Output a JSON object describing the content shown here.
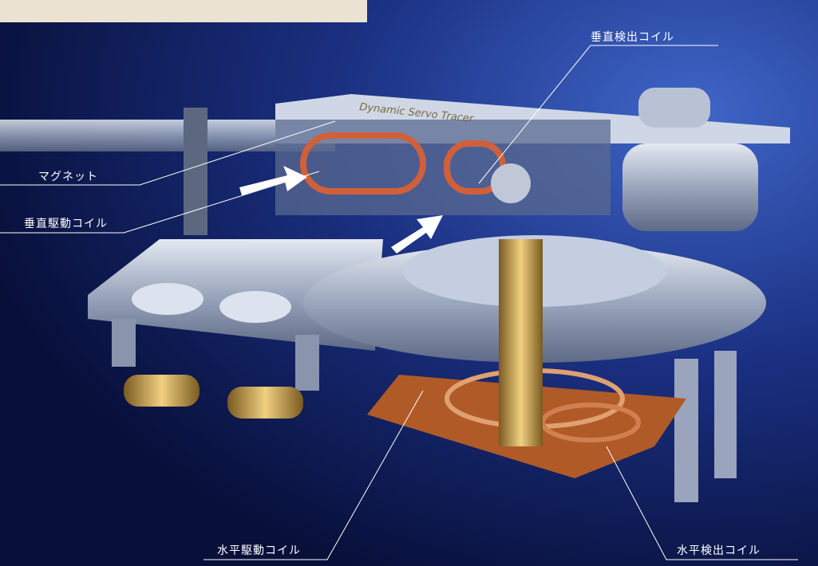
{
  "labels": {
    "vertical_detect_coil": "垂直検出コイル",
    "magnet": "マグネット",
    "vertical_drive_coil": "垂直駆動コイル",
    "horizontal_drive_coil": "水平駆動コイル",
    "horizontal_detect_coil": "水平検出コイル"
  },
  "arm_engraving": "Dynamic Servo Tracer",
  "colors": {
    "background": "#0b1746",
    "highlight": "#3a5cc0",
    "metal": "#b8c2d4",
    "coil": "#c85a30",
    "brass": "#c8a048"
  }
}
